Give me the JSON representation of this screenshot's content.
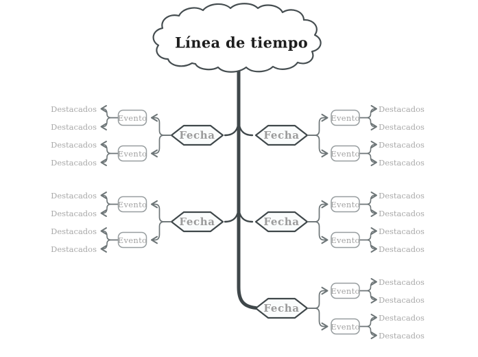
{
  "root": {
    "label": "Línea de tiempo"
  },
  "colors": {
    "background": "#ffffff",
    "trunk": "#3f474a",
    "hexagon_border": "#3f474a",
    "hexagon_fill": "#fafcfc",
    "evento_border": "#979d9f",
    "connector": "#6d7577",
    "node_text": "#9b9b9b",
    "highlight_text": "#a9a9a9",
    "title_text": "#1e1e1e"
  },
  "branches": [
    {
      "id": "left-1",
      "side": "left",
      "label": "Fecha",
      "events": [
        {
          "label": "Evento",
          "highlights": [
            "Destacados",
            "Destacados"
          ]
        },
        {
          "label": "Evento",
          "highlights": [
            "Destacados",
            "Destacados"
          ]
        }
      ]
    },
    {
      "id": "left-2",
      "side": "left",
      "label": "Fecha",
      "events": [
        {
          "label": "Evento",
          "highlights": [
            "Destacados",
            "Destacados"
          ]
        },
        {
          "label": "Evento",
          "highlights": [
            "Destacados",
            "Destacados"
          ]
        }
      ]
    },
    {
      "id": "right-1",
      "side": "right",
      "label": "Fecha",
      "events": [
        {
          "label": "Evento",
          "highlights": [
            "Destacados",
            "Destacados"
          ]
        },
        {
          "label": "Evento",
          "highlights": [
            "Destacados",
            "Destacados"
          ]
        }
      ]
    },
    {
      "id": "right-2",
      "side": "right",
      "label": "Fecha",
      "events": [
        {
          "label": "Evento",
          "highlights": [
            "Destacados",
            "Destacados"
          ]
        },
        {
          "label": "Evento",
          "highlights": [
            "Destacados",
            "Destacados"
          ]
        }
      ]
    },
    {
      "id": "right-3",
      "side": "right",
      "label": "Fecha",
      "events": [
        {
          "label": "Evento",
          "highlights": [
            "Destacados",
            "Destacados"
          ]
        },
        {
          "label": "Evento",
          "highlights": [
            "Destacados",
            "Destacados"
          ]
        }
      ]
    }
  ]
}
